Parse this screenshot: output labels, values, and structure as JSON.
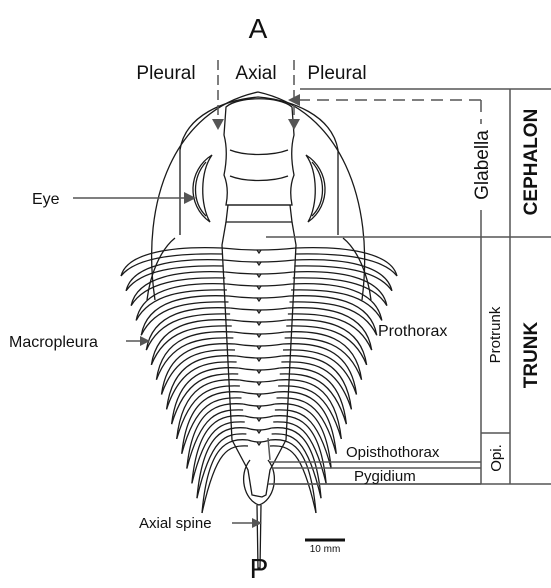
{
  "orientation": {
    "anterior": "A",
    "posterior": "P"
  },
  "top_labels": {
    "left": "Pleural",
    "center": "Axial",
    "right": "Pleural"
  },
  "left_labels": {
    "eye": "Eye",
    "macropleura": "Macropleura",
    "axial_spine": "Axial spine"
  },
  "inner_labels": {
    "prothorax": "Prothorax",
    "opisthothorax": "Opisthothorax",
    "pygidium": "Pygidium"
  },
  "column_labels": {
    "glabella": "Glabella",
    "protrunk": "Protrunk",
    "opi": "Opi."
  },
  "tagmata": {
    "cephalon": "CEPHALON",
    "trunk": "TRUNK"
  },
  "scale_bar": {
    "label": "10 mm"
  },
  "colors": {
    "line": "#555555",
    "outline": "#1a1a1a",
    "fill": "#ffffff"
  }
}
